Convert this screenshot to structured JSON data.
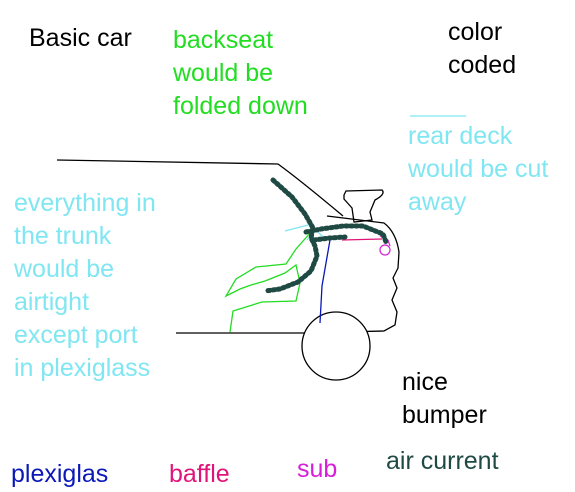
{
  "labels": {
    "basic_car": "Basic car",
    "backseat": "backseat\nwould be\nfolded down",
    "color_coded": "color\ncoded",
    "rear_deck": "rear deck\nwould be cut\naway",
    "trunk_airtight": "everything in\nthe trunk\nwould be\nairtight\nexcept port\nin plexiglass",
    "nice_bumper": "nice\nbumper"
  },
  "legend": {
    "plexiglas": "plexiglas",
    "baffle": "baffle",
    "sub": "sub",
    "air_current": "air current"
  },
  "colors": {
    "car_outline": "#000000",
    "backseat": "#22dd22",
    "rear_deck": "#7fe6f2",
    "plexiglas": "#0a18b8",
    "baffle": "#e0157a",
    "sub": "#d61fd6",
    "air_current": "#1f4a44"
  }
}
